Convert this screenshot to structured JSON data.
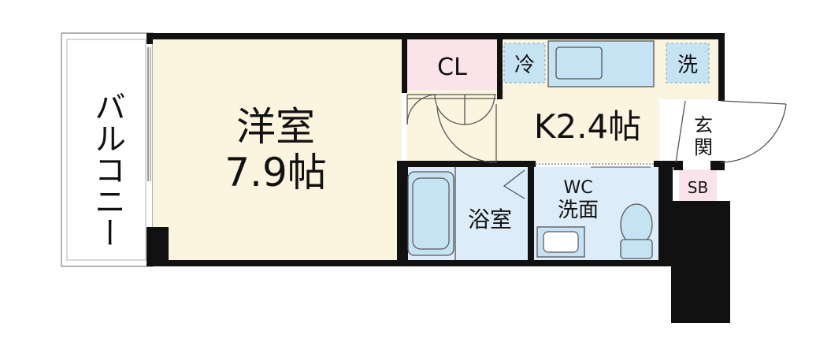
{
  "rooms": {
    "western_room": {
      "name": "洋室",
      "size": "7.9帖"
    },
    "kitchen": {
      "label": "K2.4帖"
    },
    "closet": {
      "label": "CL"
    },
    "bathroom": {
      "label": "浴室"
    },
    "wc_wash": {
      "line1": "WC",
      "line2": "洗面"
    },
    "entrance": {
      "line1": "玄",
      "line2": "関"
    },
    "shoe_box": {
      "label": "SB"
    },
    "balcony": {
      "label": "バルコニー"
    }
  },
  "fixtures": {
    "refrigerator": {
      "label": "冷"
    },
    "washer": {
      "label": "洗"
    }
  },
  "colors": {
    "wall": "#111111",
    "room_beige": "#fbf4de",
    "wet_area_blue": "#dcecf8",
    "fixture_blue": "#c6e3f3",
    "closet_pink": "#fbe3ea",
    "shoe_box_pink": "#fbe3ea"
  }
}
